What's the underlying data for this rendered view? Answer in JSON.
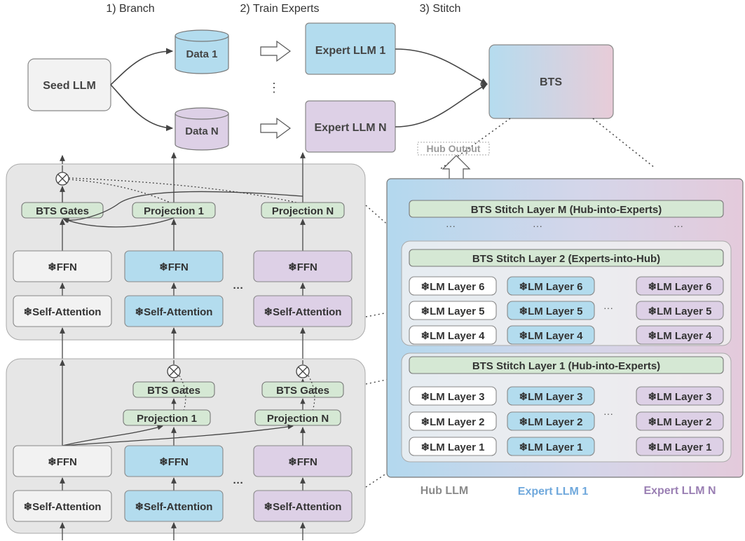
{
  "steps": {
    "branch": "1) Branch",
    "train": "2) Train Experts",
    "stitch": "3) Stitch"
  },
  "top": {
    "seed": "Seed LLM",
    "data1": "Data 1",
    "dataN": "Data N",
    "expert1": "Expert LLM 1",
    "expertN": "Expert LLM N",
    "bts": "BTS",
    "vdots": "⋮"
  },
  "hub_output": "Hub Output",
  "block": {
    "gates": "BTS Gates",
    "proj1": "Projection 1",
    "projN": "Projection N",
    "ffn": "❄FFN",
    "attn": "❄Self-Attention",
    "dots": "···",
    "times": "⊗"
  },
  "right": {
    "stitchM": "BTS Stitch Layer M (Hub-into-Experts)",
    "stitch2": "BTS Stitch Layer 2 (Experts-into-Hub)",
    "stitch1": "BTS Stitch Layer 1 (Hub-into-Experts)",
    "l6": "❄LM Layer 6",
    "l5": "❄LM Layer 5",
    "l4": "❄LM Layer 4",
    "l3": "❄LM Layer 3",
    "l2": "❄LM Layer 2",
    "l1": "❄LM Layer 1",
    "dots": "···",
    "hub": "Hub LLM",
    "exp1": "Expert LLM 1",
    "expN": "Expert LLM N"
  },
  "colors": {
    "hub_fill": "#f2f2f2",
    "expert1_fill": "#b3dcee",
    "expertN_fill": "#ddd0e6",
    "green_fill": "#d5e8d4",
    "panel_fill": "#e6e6e6",
    "expert1_text": "#6fa8dc",
    "expertN_text": "#9a7fb3",
    "hub_text": "#8a8a8a"
  }
}
